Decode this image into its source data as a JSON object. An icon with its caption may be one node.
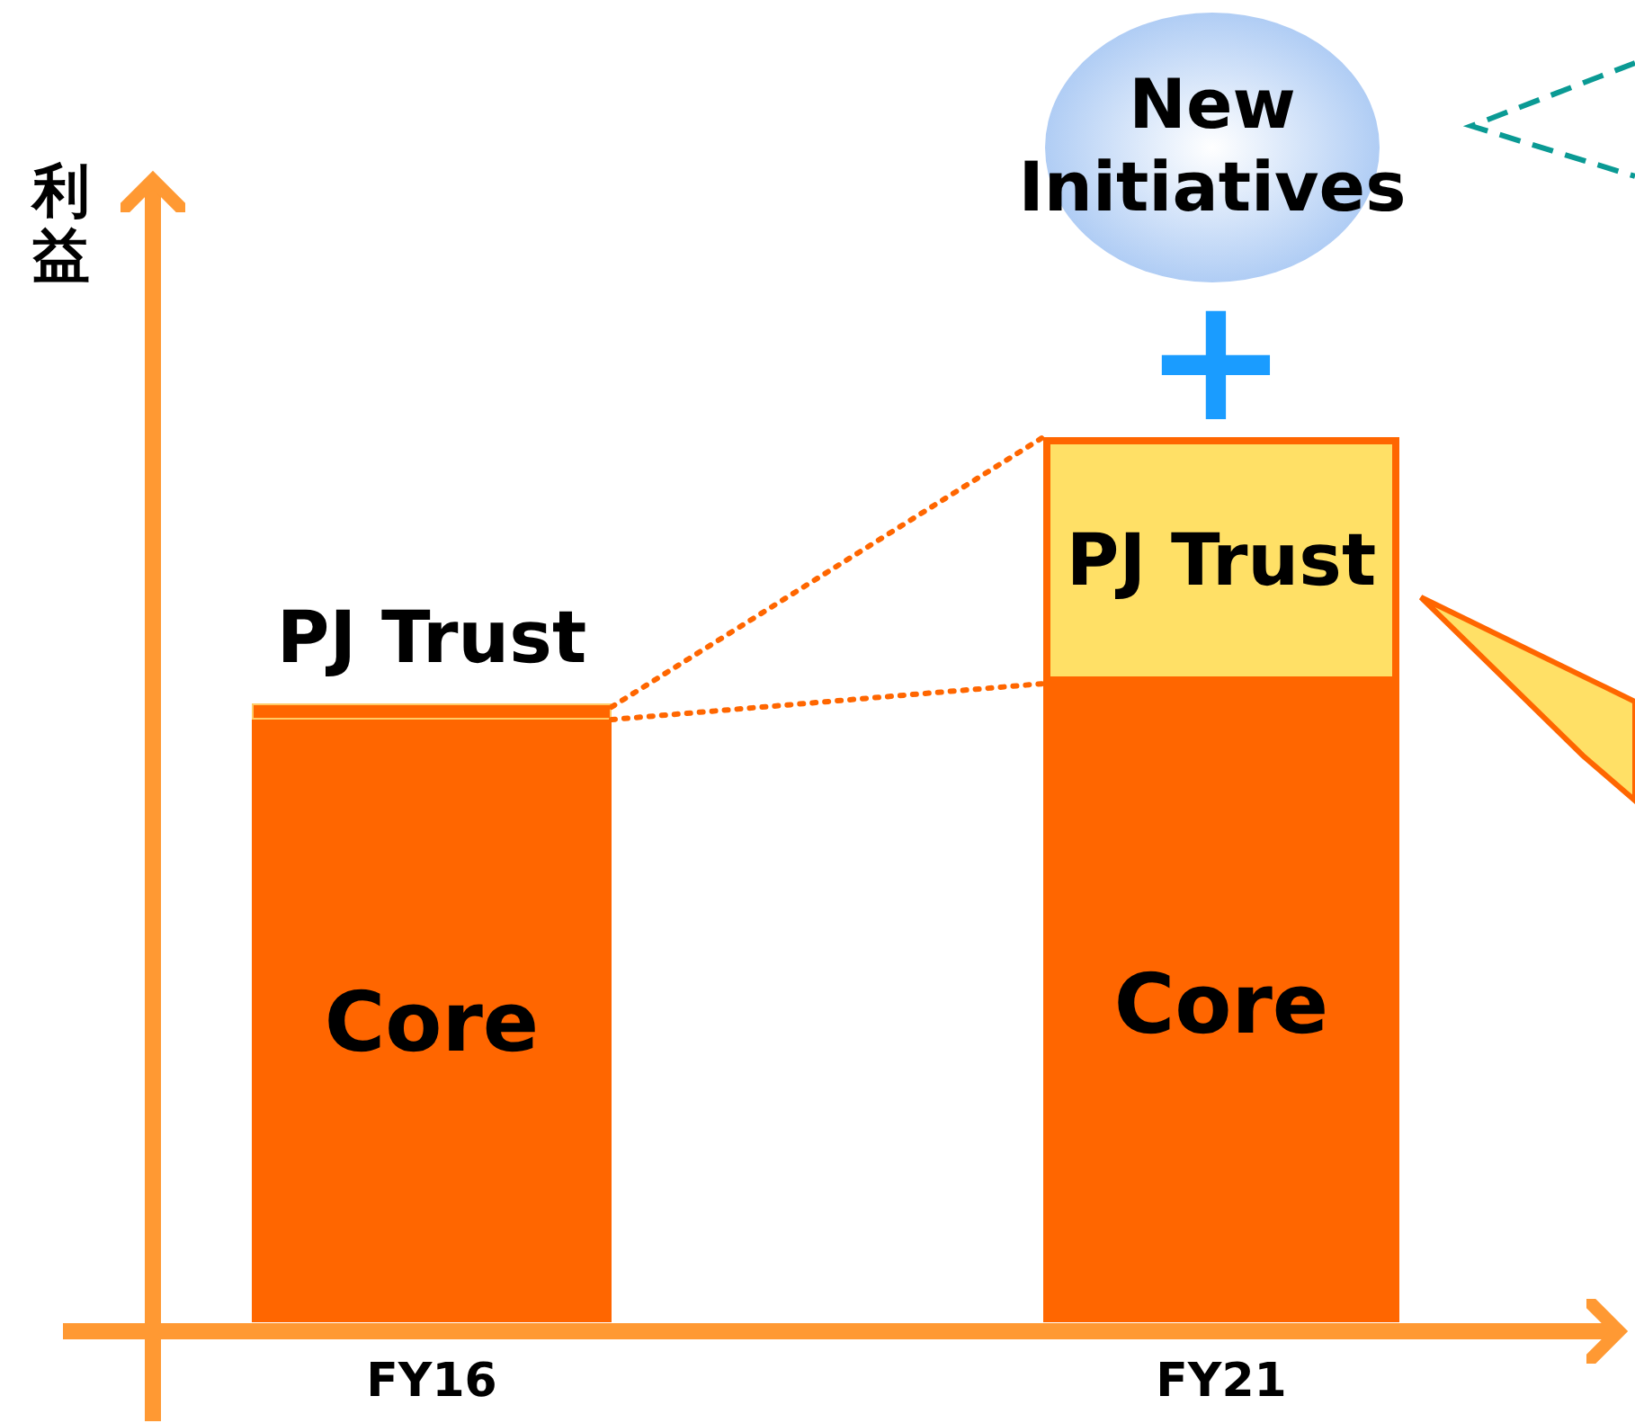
{
  "diagram": {
    "nodes": [
      {
        "text": [
          "New Initiatives"
        ]
      },
      {
        "text": [
          "PJ Trust"
        ]
      },
      {
        "text": [
          "PJ Trust"
        ]
      },
      {
        "text": [
          "Core"
        ],
        "beside": [
          "FY16"
        ]
      },
      {
        "text": [
          "Core"
        ],
        "beside": [
          "FY21"
        ]
      },
      {
        "text": [],
        "shape": "callout"
      },
      {
        "text": [],
        "shape": "callout"
      }
    ],
    "edges": [
      {
        "from": 2,
        "to": 1,
        "arrow": "none",
        "style": "dashed"
      },
      {
        "from": 2,
        "to": 1,
        "arrow": "none",
        "style": "dashed"
      }
    ],
    "labels": [
      "利益",
      "+"
    ]
  }
}
